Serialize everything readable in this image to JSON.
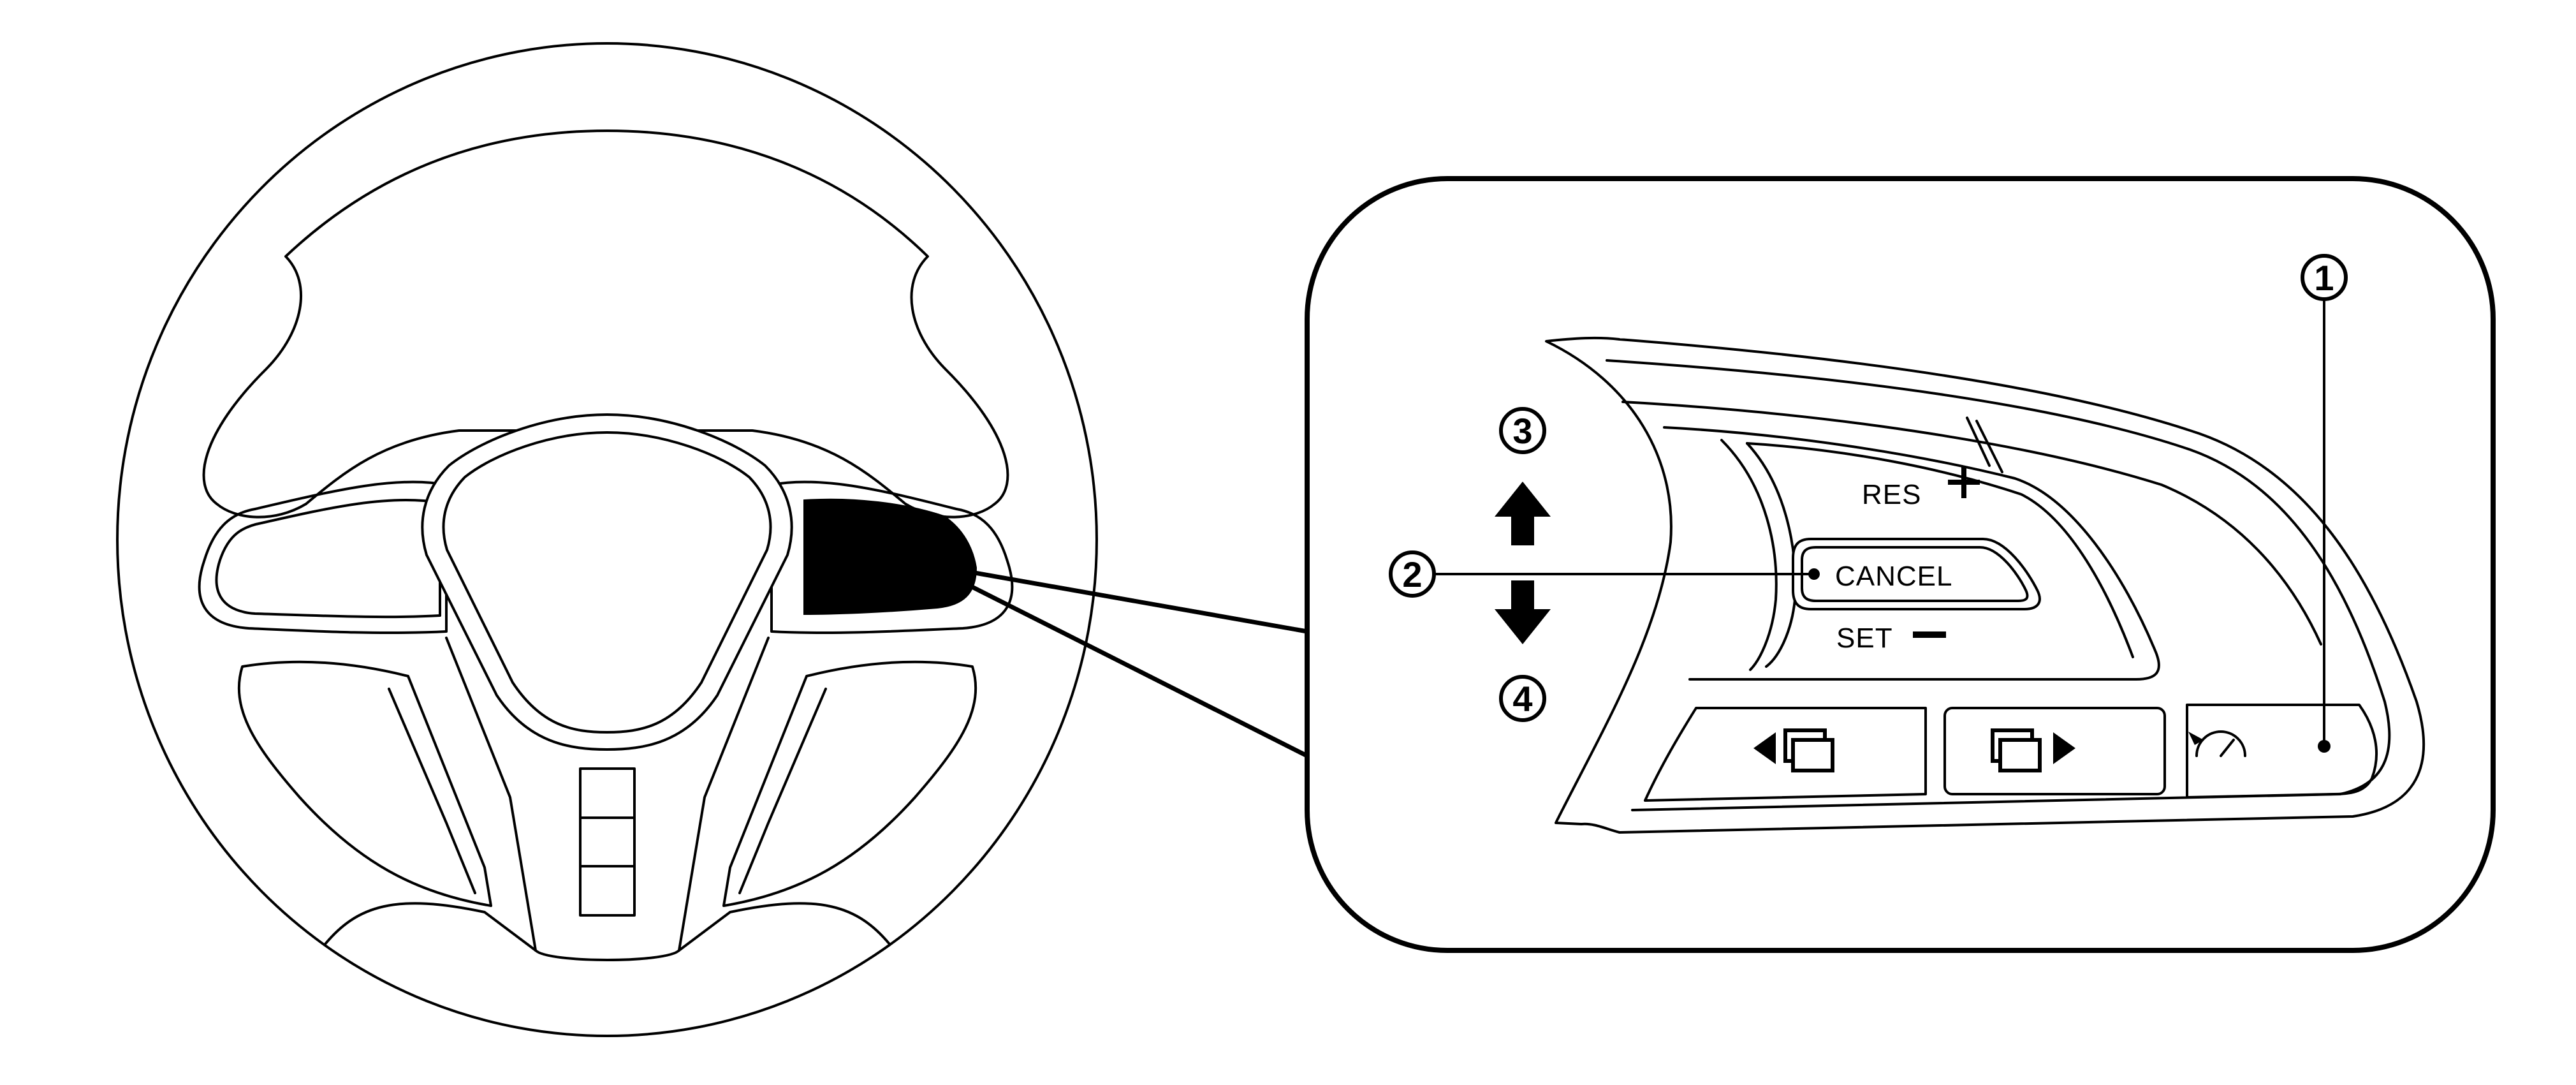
{
  "diagram": {
    "buttons": {
      "resume_label": "RES",
      "cancel_label": "CANCEL",
      "set_label": "SET"
    },
    "callouts": [
      {
        "number": "1"
      },
      {
        "number": "2"
      },
      {
        "number": "3"
      },
      {
        "number": "4"
      }
    ],
    "icons": {
      "plus": "plus-icon",
      "minus": "minus-icon",
      "up_arrow": "up-arrow-icon",
      "down_arrow": "down-arrow-icon",
      "display_left": "display-left-icon",
      "display_right": "display-right-icon",
      "cruise": "cruise-control-icon"
    },
    "colors": {
      "line": "#000000",
      "highlight": "#000000",
      "background": "#ffffff"
    }
  }
}
